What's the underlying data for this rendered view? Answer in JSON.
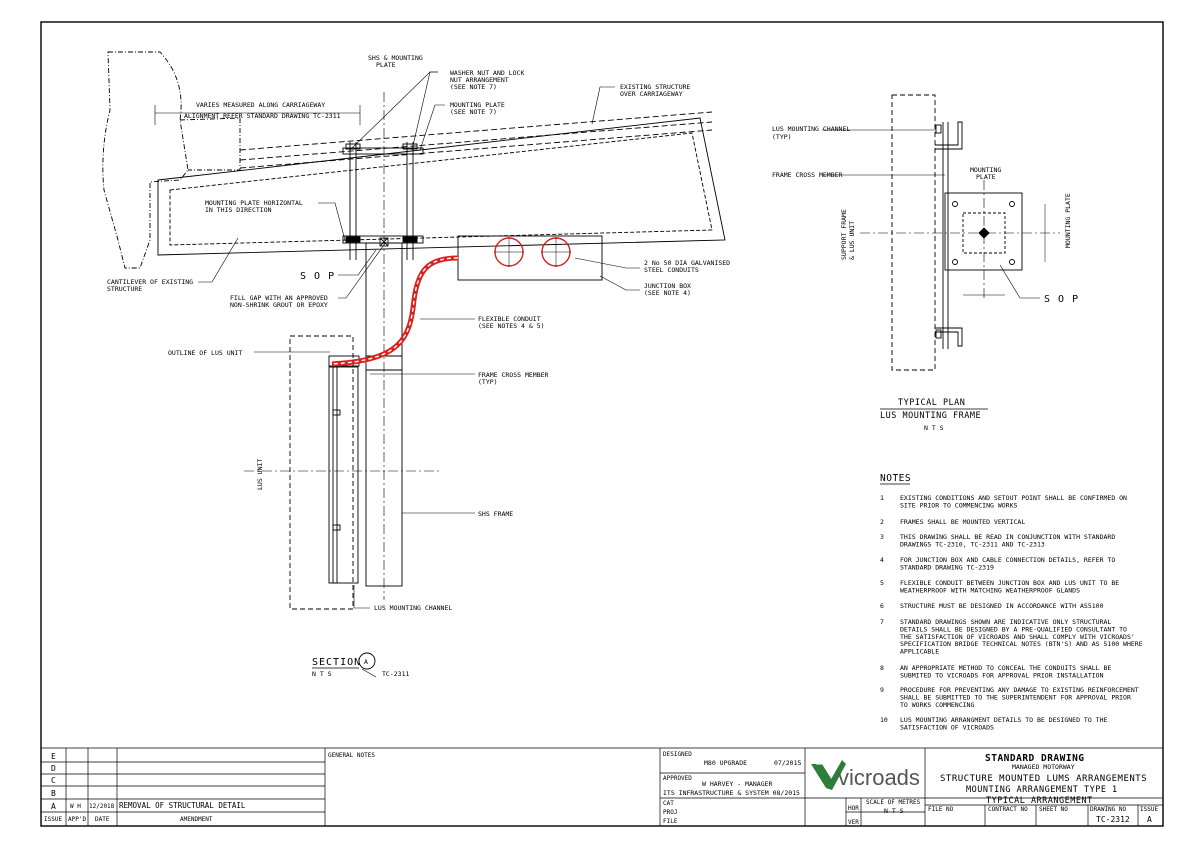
{
  "drawing": {
    "section_labels": {
      "shs_cl_line1": "SHS & MOUNTING",
      "shs_cl_line2": "PLATE",
      "washer_line1": "WASHER NUT AND LOCK",
      "washer_line2": "NUT ARRANGEMENT",
      "washer_line3": "(SEE NOTE 7)",
      "mplate_line1": "MOUNTING PLATE",
      "mplate_line2": "(SEE NOTE 7)",
      "exist_line1": "EXISTING STRUCTURE",
      "exist_line2": "OVER CARRIAGEWAY",
      "varies_line1": "VARIES MEASURED ALONG CARRIAGEWAY",
      "varies_line2": "ALIGNMENT REFER STANDARD DRAWING TC-2311",
      "horiz_line1": "MOUNTING PLATE HORIZONTAL",
      "horiz_line2": "IN THIS DIRECTION",
      "cantilever_line1": "CANTILEVER OF EXISTING",
      "cantilever_line2": "STRUCTURE",
      "sop": "S O P",
      "fill_line1": "FILL GAP WITH AN APPROVED",
      "fill_line2": "NON-SHRINK GROUT OR EPOXY",
      "conduits_line1": "2 No 50 DIA GALVANISED",
      "conduits_line2": "STEEL CONDUITS",
      "jbox_line1": "JUNCTION BOX",
      "jbox_line2": "(SEE NOTE 4)",
      "flex_line1": "FLEXIBLE CONDUIT",
      "flex_line2": "(SEE NOTES 4 & 5)",
      "outline_lus": "OUTLINE OF LUS UNIT",
      "frame_cross_line1": "FRAME CROSS MEMBER",
      "frame_cross_line2": "(TYP)",
      "lus_unit": "LUS UNIT",
      "shs_frame": "SHS FRAME",
      "lus_channel": "LUS MOUNTING CHANNEL",
      "section_title": "SECTION",
      "section_letter": "A",
      "section_nts": "N T S",
      "section_ref": "TC-2311"
    },
    "plan_labels": {
      "lus_channel_line1": "LUS MOUNTING CHANNEL",
      "lus_channel_line2": "(TYP)",
      "frame_cross": "FRAME CROSS MEMBER",
      "cl_line1": "MOUNTING",
      "cl_line2": "PLATE",
      "support_line1": "SUPPORT FRAME",
      "support_line2": "& LUS UNIT",
      "mounting_plate_v": "MOUNTING PLATE",
      "sop": "S O P",
      "plan_title1": "TYPICAL PLAN",
      "plan_title2": "LUS MOUNTING FRAME",
      "plan_nts": "N T S"
    }
  },
  "notes": {
    "heading": "NOTES",
    "items": [
      {
        "num": "1",
        "lines": [
          "EXISTING CONDITIONS AND SETOUT POINT SHALL BE CONFIRMED ON",
          "SITE PRIOR TO COMMENCING WORKS"
        ]
      },
      {
        "num": "2",
        "lines": [
          "FRAMES SHALL BE MOUNTED VERTICAL"
        ]
      },
      {
        "num": "3",
        "lines": [
          "THIS DRAWING SHALL BE READ IN CONJUNCTION WITH STANDARD",
          "DRAWINGS TC-2310, TC-2311 AND TC-2313"
        ]
      },
      {
        "num": "4",
        "lines": [
          "FOR JUNCTION BOX AND CABLE CONNECTION DETAILS, REFER TO",
          "STANDARD DRAWING TC-2319"
        ]
      },
      {
        "num": "5",
        "lines": [
          "FLEXIBLE CONDUIT BETWEEN JUNCTION BOX AND LUS UNIT TO BE",
          "WEATHERPROOF WITH MATCHING WEATHERPROOF GLANDS"
        ]
      },
      {
        "num": "6",
        "lines": [
          "STRUCTURE MUST BE DESIGNED IN ACCORDANCE WITH AS5100"
        ]
      },
      {
        "num": "7",
        "lines": [
          "STANDARD DRAWINGS SHOWN ARE INDICATIVE ONLY STRUCTURAL",
          "DETAILS SHALL BE DESIGNED BY A PRE-QUALIFIED CONSULTANT TO",
          "THE SATISFACTION OF VICROADS AND SHALL COMPLY WITH VICROADS'",
          "SPECIFICATION BRIDGE TECHNICAL NOTES (BTN'S) AND AS 5100 WHERE",
          "APPLICABLE"
        ]
      },
      {
        "num": "8",
        "lines": [
          "AN APPROPRIATE METHOD TO CONCEAL THE CONDUITS SHALL BE",
          "SUBMITED TO VICROADS FOR APPROVAL PRIOR INSTALLATION"
        ]
      },
      {
        "num": "9",
        "lines": [
          "PROCEDURE FOR PREVENTING ANY DAMAGE TO EXISTING REINFORCEMENT",
          "SHALL BE SUBMITTED TO THE SUPERINTENDENT FOR APPROVAL PRIOR",
          "TO WORKS COMMENCING"
        ]
      },
      {
        "num": "10",
        "lines": [
          "LUS MOUNTING ARRANGMENT DETAILS TO BE DESIGNED TO THE",
          "SATISFACTION OF VICROADS"
        ]
      }
    ]
  },
  "title_block": {
    "issues": [
      "E",
      "D",
      "C",
      "B",
      "A"
    ],
    "issue_a": {
      "by": "W H",
      "date": "12/2018",
      "amendment": "REMOVAL OF STRUCTURAL DETAIL"
    },
    "headers": {
      "issue": "ISSUE",
      "appd": "APP'D",
      "date": "DATE",
      "amendment": "AMENDMENT"
    },
    "general_notes": "GENERAL NOTES",
    "designed_label": "DESIGNED",
    "designed_value": "M80 UPGRADE",
    "designed_date": "07/2015",
    "approved_label": "APPROVED",
    "approved_value": "W HARVEY - MANAGER",
    "approved_org": "ITS INFRASTRUCTURE & SYSTEM 08/2015",
    "cat": "CAT",
    "proj": "PROJ",
    "file": "FILE",
    "logo_text": "vicroads",
    "hor": "HOR",
    "ver": "VER",
    "scale_label": "SCALE OF METRES",
    "scale_value": "N T S",
    "std_drawing": "STANDARD DRAWING",
    "managed": "MANAGED MOTORWAY",
    "title1": "STRUCTURE MOUNTED LUMS ARRANGEMENTS",
    "title2": "MOUNTING ARRANGEMENT TYPE 1",
    "title3": "TYPICAL ARRANGEMENT",
    "file_no": "FILE NO",
    "contract_no": "CONTRACT NO",
    "sheet_no": "SHEET NO",
    "drawing_no_label": "DRAWING NO",
    "issue_label": "ISSUE",
    "drawing_no": "TC-2312",
    "issue": "A"
  },
  "colors": {
    "conduit": "#d6211e",
    "logo_green": "#2e7d3a"
  }
}
